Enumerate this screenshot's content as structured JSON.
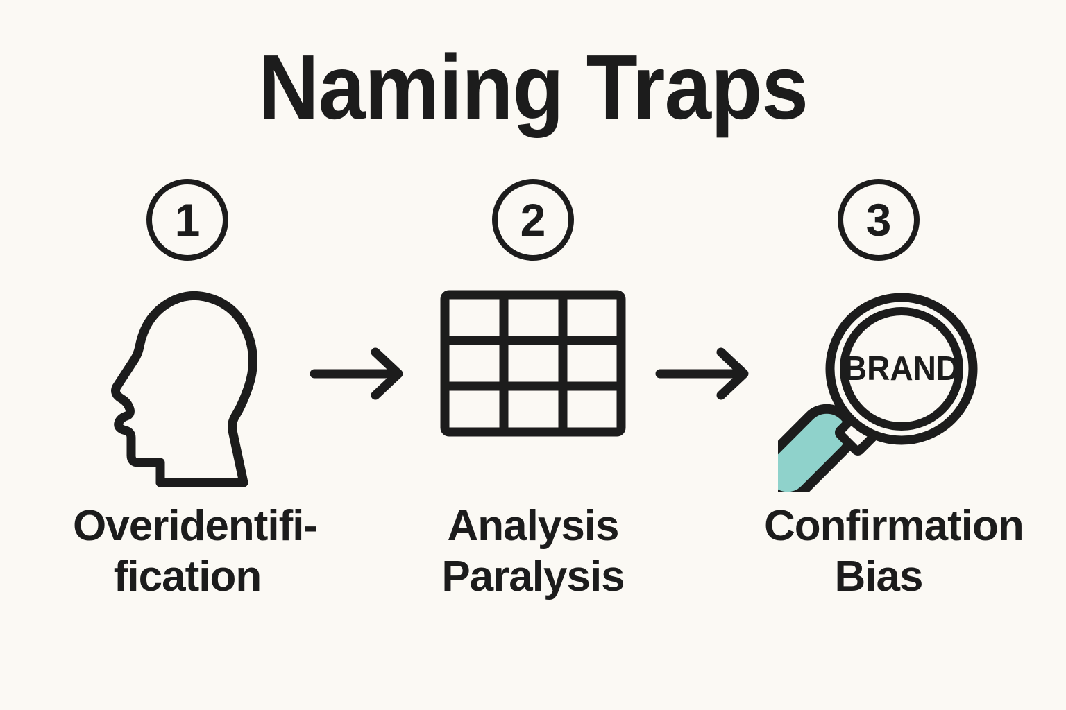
{
  "page": {
    "title": "Naming Traps",
    "background_color": "#FBF9F4",
    "ink_color": "#1C1C1C",
    "accent_color": "#8FD2CB"
  },
  "steps": [
    {
      "number": "1",
      "icon": "head-profile-icon",
      "caption_line1": "Overidentifi-",
      "caption_line2": "fication"
    },
    {
      "number": "2",
      "icon": "grid-table-icon",
      "caption_line1": "Analysis",
      "caption_line2": "Paralysis"
    },
    {
      "number": "3",
      "icon": "magnifier-brand-icon",
      "lens_label": "BRAND",
      "caption_line1": "Confirmation",
      "caption_line2": "Bias"
    }
  ],
  "connectors": [
    {
      "icon": "arrow-right-icon"
    },
    {
      "icon": "arrow-right-icon"
    }
  ]
}
